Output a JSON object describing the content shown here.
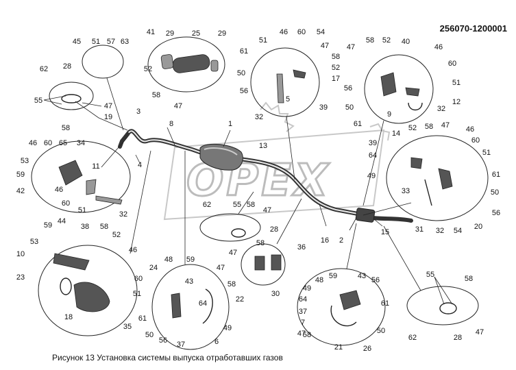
{
  "document": {
    "code": "256070-1200001",
    "caption": "Рисунок 13   Установка системы выпуска отработавших газов",
    "watermark": "OPEX"
  },
  "callouts": [
    "45",
    "51",
    "57",
    "63",
    "41",
    "29",
    "25",
    "29",
    "52",
    "58",
    "47",
    "62",
    "28",
    "55",
    "47",
    "58",
    "19",
    "3",
    "61",
    "51",
    "46",
    "60",
    "54",
    "47",
    "58",
    "52",
    "50",
    "17",
    "56",
    "5",
    "39",
    "32",
    "47",
    "58",
    "52",
    "40",
    "46",
    "60",
    "51",
    "56",
    "50",
    "12",
    "9",
    "32",
    "61",
    "8",
    "1",
    "13",
    "46",
    "60",
    "65",
    "34",
    "53",
    "59",
    "42",
    "11",
    "46",
    "60",
    "51",
    "32",
    "4",
    "14",
    "52",
    "58",
    "47",
    "46",
    "60",
    "51",
    "39",
    "64",
    "49",
    "33",
    "61",
    "50",
    "56",
    "31",
    "32",
    "54",
    "20",
    "62",
    "55",
    "58",
    "47",
    "28",
    "16",
    "2",
    "15",
    "59",
    "44",
    "38",
    "58",
    "52",
    "53",
    "10",
    "46",
    "23",
    "60",
    "51",
    "18",
    "35",
    "48",
    "59",
    "24",
    "43",
    "47",
    "58",
    "64",
    "22",
    "61",
    "50",
    "56",
    "37",
    "6",
    "49",
    "58",
    "47",
    "36",
    "30",
    "48",
    "59",
    "43",
    "56",
    "49",
    "64",
    "61",
    "37",
    "7",
    "50",
    "47",
    "58",
    "21",
    "26",
    "55",
    "58",
    "62",
    "28",
    "47"
  ]
}
